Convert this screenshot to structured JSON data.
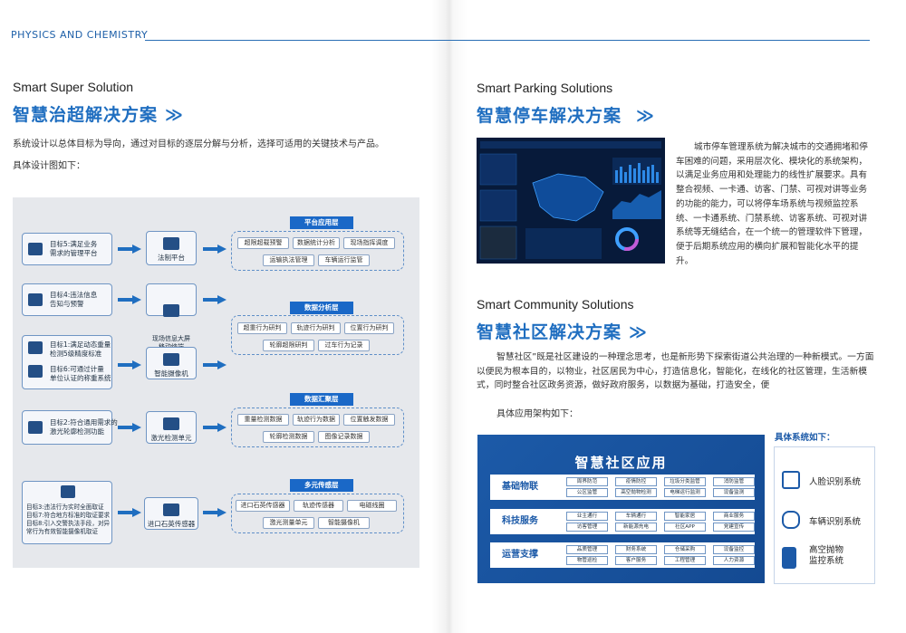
{
  "header": {
    "label": "PHYSICS AND CHEMISTRY"
  },
  "left": {
    "en_title": "Smart Super Solution",
    "cn_title": "智慧治超解决方案",
    "chevron": "≫",
    "intro": "系统设计以总体目标为导向，通过对目标的逐层分解与分析，选择可适用的关键技术与产品。",
    "diagram_caption": "具体设计图如下：",
    "diagram": {
      "layers": [
        "平台应用层",
        "数据分析层",
        "数据汇聚层",
        "多元传感层"
      ],
      "goals": [
        {
          "icon": "briefcase-icon",
          "text": "目标5:满足业务\n需求的管理平台"
        },
        {
          "icon": "alarm-icon",
          "text": "目标4:违法信息\n告知与预警"
        },
        {
          "icon": "gauge-icon",
          "text": "目标1:满足动态重量\n检测5级精度标准"
        },
        {
          "icon": "scale-icon",
          "text": "目标6:可通过计量\n单位认证的称重系统"
        },
        {
          "icon": "chart-icon",
          "text": "目标2:符合通用需求的\n激光轮廓检测功能"
        },
        {
          "icon": "warning-icon",
          "text": "目标3:违法行为实时全面取证\n目标7:符合地方标准的取证要求\n目标8:引入交警执法手段，对异\n常行为有效智能摄像机取证"
        }
      ],
      "middle": [
        {
          "icon": "gavel-icon",
          "text": "法制平台"
        },
        {
          "icon": "screen-icon",
          "text": "现场信息大屏\n移动终端"
        },
        {
          "icon": "camera-icon",
          "text": "智能摄像机"
        },
        {
          "icon": "laser-icon",
          "text": "激光检测单元"
        },
        {
          "icon": "sensor-icon",
          "text": "进口石英传感器"
        }
      ],
      "chips": {
        "platform": [
          "超限超载预警",
          "数据统计分析",
          "现场指挥调度",
          "运输执法管理",
          "车辆运行监管"
        ],
        "analysis": [
          "超重行为研判",
          "轨迹行为研判",
          "位置行为研判",
          "轮廓超限研判",
          "过车行为记录"
        ],
        "aggregation": [
          "重量检测数据",
          "轨迹行为数据",
          "位置触发数据",
          "轮廓检测数据",
          "图像记录数据"
        ],
        "sensing": [
          "进口石英传感器",
          "轨迹传感器",
          "电磁线圈",
          "激光测量单元",
          "智能摄像机"
        ]
      }
    }
  },
  "right": {
    "parking": {
      "en_title": "Smart Parking Solutions",
      "cn_title": "智慧停车解决方案",
      "description": "城市停车管理系统为解决城市的交通拥堵和停车困难的问题，采用层次化、模块化的系统架构，以满足业务应用和处理能力的线性扩展要求。具有整合视频、一卡通、访客、门禁、可视对讲等业务的功能的能力，可以将停车场系统与视频监控系统、一卡通系统、门禁系统、访客系统、可视对讲系统等无缝结合，在一个统一的管理软件下管理，便于后期系统应用的横向扩展和智能化水平的提升。"
    },
    "community": {
      "en_title": "Smart Community Solutions",
      "cn_title": "智慧社区解决方案",
      "description": "智慧社区”既是社区建设的一种理念思考，也是新形势下探索街道公共治理的一种新模式。一方面以便民为根本目的，以物业，社区居民为中心，打造信息化，智能化，在线化的社区管理，生活新模式，同时整合社区政务资源，做好政府服务，以数据为基础，打造安全，便",
      "arch_caption": "具体应用架构如下：",
      "app_title": "智慧社区应用",
      "rows": [
        {
          "label": "基础物联",
          "cells": [
            "周界防范",
            "疫情防控",
            "垃圾分类监管",
            "消防监管",
            "公区监管",
            "高空抛物检测",
            "电梯运行监测",
            "设备监测"
          ]
        },
        {
          "label": "科技服务",
          "cells": [
            "业主通行",
            "车辆通行",
            "智能家居",
            "商业服务",
            "访客管理",
            "新能源充电",
            "社区APP",
            "党建宣传"
          ]
        },
        {
          "label": "运营支撑",
          "cells": [
            "品质管理",
            "财务系统",
            "仓储采购",
            "设备监控",
            "物管巡检",
            "客户服务",
            "工程管理",
            "人力资源"
          ]
        }
      ],
      "systems_title": "具体系统如下：",
      "systems": [
        {
          "icon": "face-recognition-icon",
          "label": "人脸识别系统"
        },
        {
          "icon": "car-recognition-icon",
          "label": "车辆识别系统"
        },
        {
          "icon": "building-icon",
          "label": "高空抛物\n监控系统"
        }
      ]
    }
  },
  "colors": {
    "accent": "#1f6ec0",
    "dark_panel": "#071a3a"
  }
}
